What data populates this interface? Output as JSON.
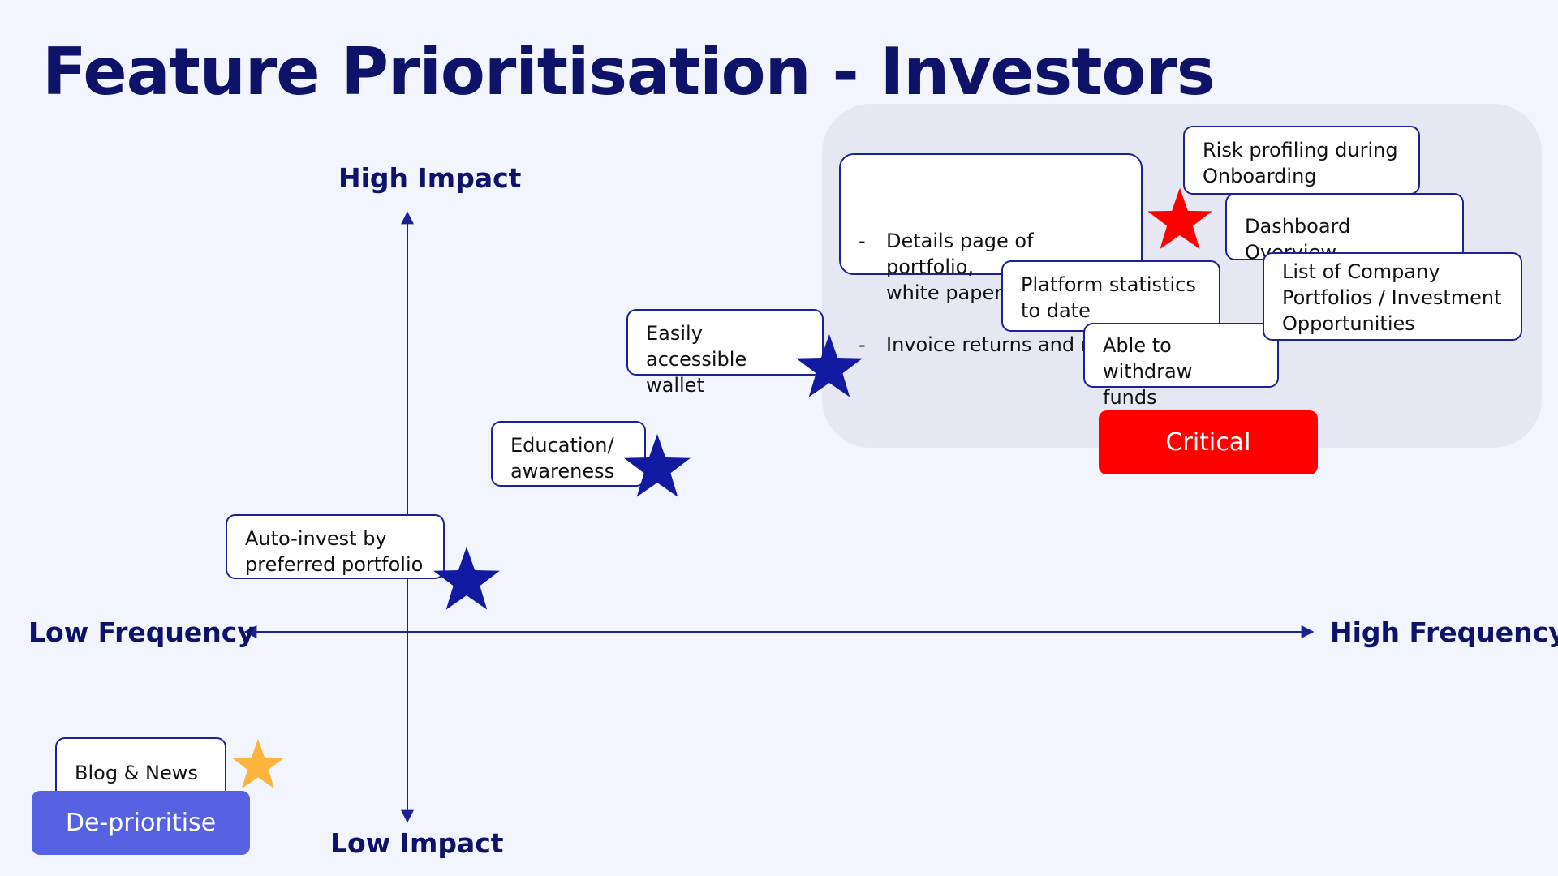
{
  "slide": {
    "title": "Feature Prioritisation - Investors"
  },
  "axes": {
    "y_top": "High Impact",
    "y_bottom": "Low Impact",
    "x_left": "Low Frequency",
    "x_right": "High Frequency"
  },
  "zones": {
    "critical": "Critical",
    "deprioritise": "De-prioritise"
  },
  "features": {
    "details_portfolio": "Details page of portfolio,\nwhite paper, factsheet",
    "invoice_returns": "Invoice returns and risk",
    "risk_profiling": "Risk profiling during\nOnboarding",
    "dashboard": "Dashboard Overview",
    "company_portfolios": "List of Company\nPortfolios / Investment\nOpportunities",
    "platform_stats": "Platform statistics\nto date",
    "withdraw": "Able to withdraw\nfunds",
    "wallet": "Easily accessible\nwallet",
    "education": "Education/\nawareness",
    "auto_invest": "Auto-invest by\npreferred portfolio",
    "blog": "Blog & News"
  },
  "colors": {
    "title": "#0e1268",
    "axis": "#1c2294",
    "star_default": "#111aa0",
    "star_critical": "#ff0000",
    "star_deprioritise": "#fbb53c",
    "critical_pill": "#ff0000",
    "deprioritise_pill": "#5762e2",
    "critical_zone": "#e5e8f3"
  }
}
